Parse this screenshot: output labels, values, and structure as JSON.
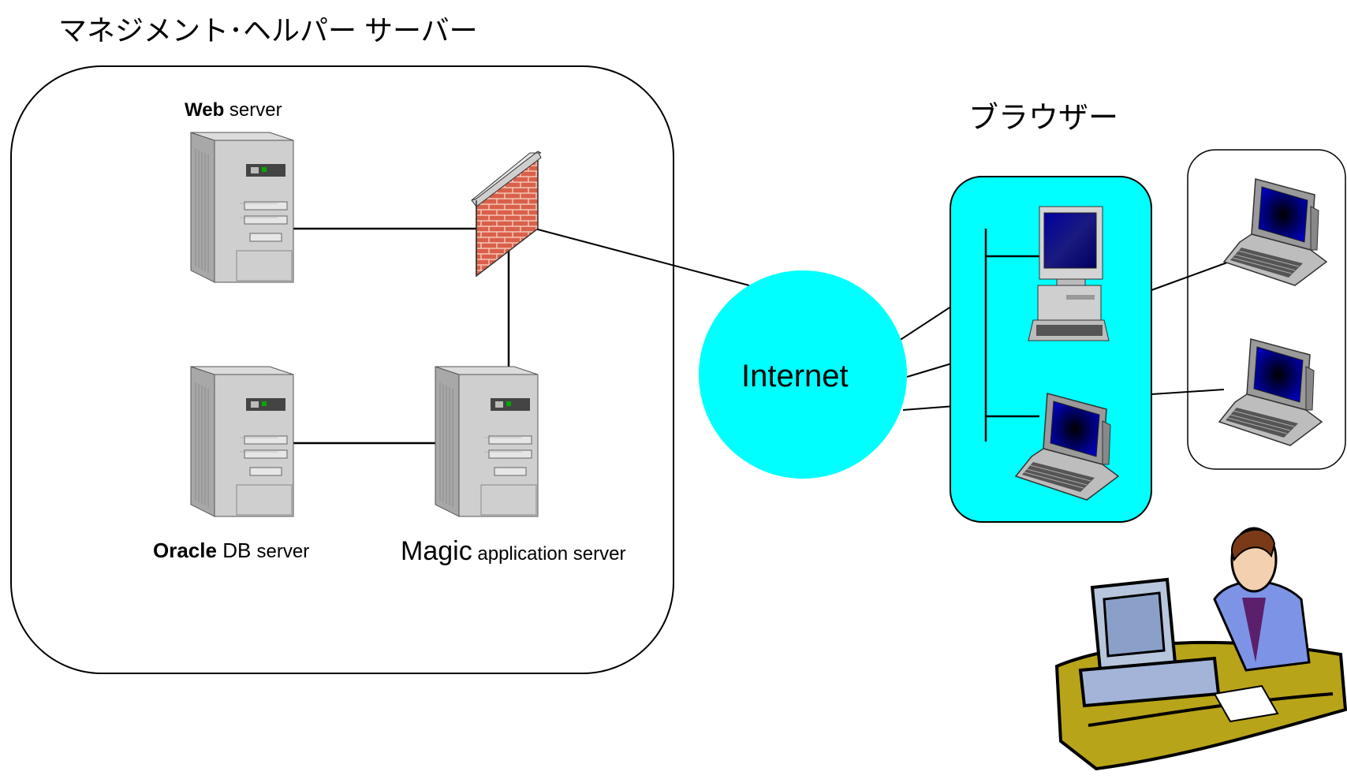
{
  "title": "マネジメント･ヘルパー サーバー",
  "browser_label": "ブラウザー",
  "internet_label": "Internet",
  "servers": {
    "web": {
      "bold": "Web",
      "rest": "server"
    },
    "oracle": {
      "bold": "Oracle",
      "mid": "DB",
      "rest": "server"
    },
    "magic": {
      "bold": "Magic",
      "rest": "application server"
    }
  },
  "colors": {
    "internet": "#00ffff",
    "browser_box": "#00ffff",
    "firewall_brick": "#d9604a",
    "server_body": "#c8c8c8",
    "screen": "#000080"
  },
  "icons": [
    "tower-server-icon",
    "firewall-icon",
    "desktop-computer-icon",
    "laptop-icon",
    "person-at-computer-icon"
  ]
}
